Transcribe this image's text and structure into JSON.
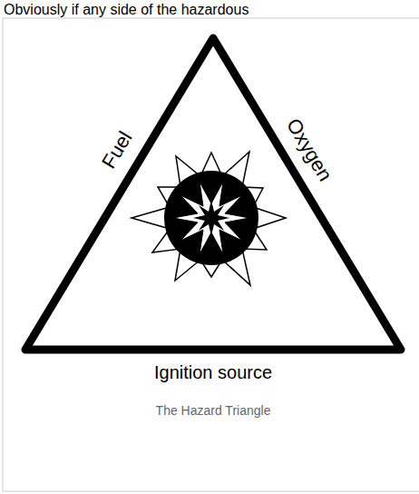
{
  "diagram": {
    "caption": "The Hazard Triangle",
    "labels": [
      "Obviously if any side of the hazardous",
      "Fuel",
      "Oxygen",
      "Ignition source"
    ]
  }
}
